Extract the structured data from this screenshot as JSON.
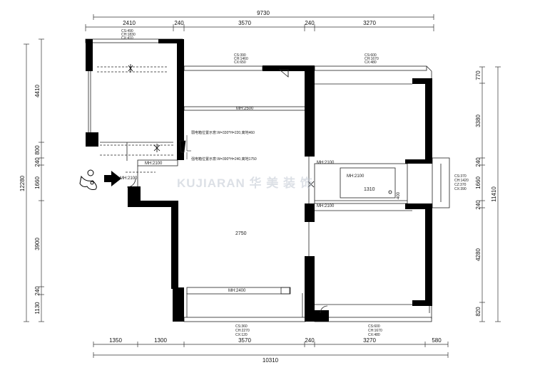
{
  "dimensions": {
    "top_total": "9730",
    "top_segments": [
      "2410",
      "240",
      "3570",
      "240",
      "3270"
    ],
    "bottom_total": "10310",
    "bottom_segments": [
      "1350",
      "1300",
      "3570",
      "240",
      "3270",
      "580"
    ],
    "left_total": "12280",
    "left_segments": [
      "4410",
      "800",
      "240",
      "1660",
      "3900",
      "240",
      "1130"
    ],
    "right_total": "11410",
    "right_segments": [
      "770",
      "3380",
      "240",
      "1660",
      "240",
      "4280",
      "820"
    ]
  },
  "window_notes": {
    "top_left": [
      "CS:490",
      "CH:1830",
      "CX:410"
    ],
    "top_middle": [
      "CS:390",
      "CH:1460",
      "CX:650"
    ],
    "top_right": [
      "CS:600",
      "CH:1670",
      "CX:480"
    ],
    "right_side": [
      "CS:370",
      "CH:1420",
      "CZ:370",
      "CX:390"
    ],
    "bottom_middle": [
      "CS:360",
      "CH:2270",
      "CX:120"
    ],
    "bottom_right": [
      "CS:600",
      "CH:1670",
      "CX:480"
    ]
  },
  "door_labels": {
    "living_top": "MH:2500",
    "entry": "MH:2100",
    "entry_side": "MH:2100",
    "bath_top": "MH:2100",
    "bath_bottom": "MH:2100",
    "bath_side": "MH:2100",
    "balcony": "MH:2400"
  },
  "annotations": {
    "weak_box": "弱电箱位置示意:W=330*H=220,离地460",
    "strong_box": "强电箱位置示意:W=390*H=240,离地1750",
    "ceiling_height": "2750",
    "bath_width": "1310",
    "bath_depth": "400"
  },
  "watermark": "KUJIARAN 华 美 装 饰",
  "colors": {
    "wall": "#000000",
    "line": "#222222",
    "background": "#ffffff",
    "watermark": "#bfc6d2"
  }
}
